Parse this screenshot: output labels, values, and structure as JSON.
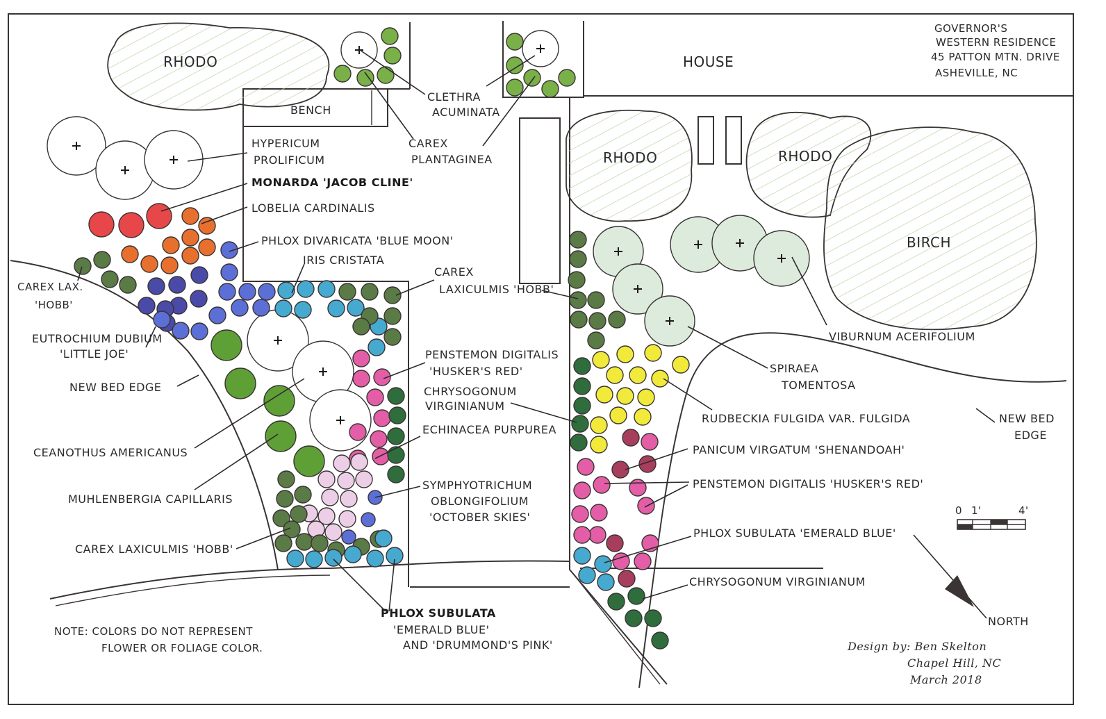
{
  "title": {
    "line1": "GOVERNOR'S",
    "line2": "WESTERN RESIDENCE",
    "line3": "45 PATTON MTN. DRIVE",
    "line4": "ASHEVILLE, NC"
  },
  "structures": {
    "house": "HOUSE",
    "bench": "BENCH",
    "rhodo_left": "RHODO",
    "rhodo_mid": "RHODO",
    "rhodo_right": "RHODO",
    "birch": "BIRCH"
  },
  "labels": {
    "clethra_1": "CLETHRA",
    "clethra_2": "ACUMINATA",
    "carex_plant_1": "CAREX",
    "carex_plant_2": "PLANTAGINEA",
    "hypericum_1": "HYPERICUM",
    "hypericum_2": "PROLIFICUM",
    "monarda": "MONARDA 'JACOB CLINE'",
    "lobelia": "LOBELIA CARDINALIS",
    "phlox_div": "PHLOX DIVARICATA 'BLUE MOON'",
    "iris": "IRIS CRISTATA",
    "carex_lax_top_1": "CAREX",
    "carex_lax_top_2": "LAXICULMIS 'HOBB'",
    "carex_lax_left_1": "CAREX LAX.",
    "carex_lax_left_2": "'HOBB'",
    "eutrochium_1": "EUTROCHIUM DUBIUM",
    "eutrochium_2": "'LITTLE JOE'",
    "new_bed_edge_left": "NEW BED EDGE",
    "ceanothus": "CEANOTHUS AMERICANUS",
    "muhlenbergia": "MUHLENBERGIA CAPILLARIS",
    "carex_lax_bottom": "CAREX LAXICULMIS 'HOBB'",
    "penstemon_1": "PENSTEMON DIGITALIS",
    "penstemon_2": "'HUSKER'S RED'",
    "chrysogonum_mid_1": "CHRYSOGONUM",
    "chrysogonum_mid_2": "VIRGINIANUM",
    "echinacea": "ECHINACEA PURPUREA",
    "symphyotrichum_1": "SYMPHYOTRICHUM",
    "symphyotrichum_2": "OBLONGIFOLIUM",
    "symphyotrichum_3": "'OCTOBER SKIES'",
    "phlox_sub_1": "PHLOX SUBULATA",
    "phlox_sub_2": "'EMERALD BLUE'",
    "phlox_sub_3": "AND 'DRUMMOND'S PINK'",
    "viburnum": "VIBURNUM ACERIFOLIUM",
    "spiraea_1": "SPIRAEA",
    "spiraea_2": "TOMENTOSA",
    "rudbeckia": "RUDBECKIA FULGIDA VAR. FULGIDA",
    "new_bed_edge_right_1": "NEW BED",
    "new_bed_edge_right_2": "EDGE",
    "panicum": "PANICUM VIRGATUM 'SHENANDOAH'",
    "penstemon_right": "PENSTEMON DIGITALIS 'HUSKER'S RED'",
    "phlox_sub_right": "PHLOX SUBULATA 'EMERALD BLUE'",
    "chrysogonum_right": "CHRYSOGONUM VIRGINIANUM",
    "north": "NORTH"
  },
  "scale": {
    "zero": "0",
    "one": "1'",
    "four": "4'"
  },
  "note": {
    "line1": "NOTE: COLORS DO NOT REPRESENT",
    "line2": "FLOWER OR FOLIAGE COLOR."
  },
  "credit": {
    "line1": "Design by: Ben Skelton",
    "line2": "Chapel Hill, NC",
    "line3": "March 2018"
  },
  "colors": {
    "red": "#e8474a",
    "orange": "#e8702e",
    "darkblue": "#4a4aa8",
    "blue": "#5c6fd6",
    "teal": "#46a9cf",
    "olive": "#5a7a46",
    "dkgreen": "#2f6e3c",
    "green": "#5fa036",
    "pink": "#e35ea6",
    "lilac": "#eccfe6",
    "yellow": "#f2ea3a",
    "maroon": "#a83e5e",
    "leafgreen": "#79b048"
  }
}
